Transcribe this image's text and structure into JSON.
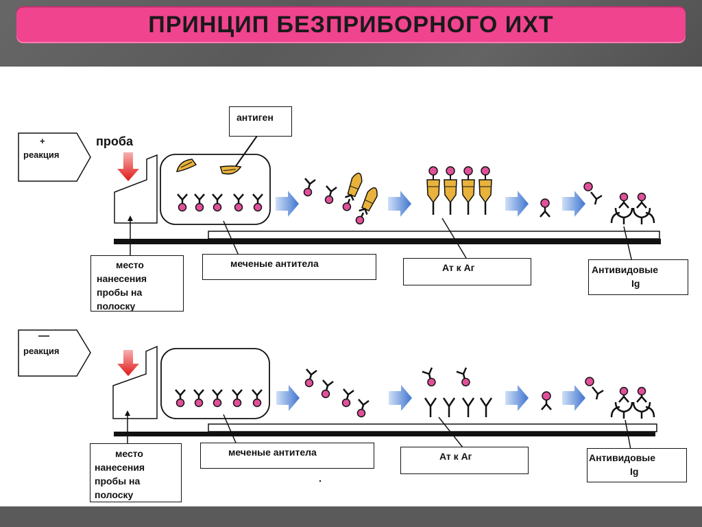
{
  "title": "ПРИНЦИП БЕЗПРИБОРНОГО ИХТ",
  "positive": {
    "sign": "+",
    "reaction": "реакция",
    "probe": "проба",
    "antigen": "антиген",
    "application_site": [
      "место",
      "нанесения",
      "пробы на",
      "полоску"
    ],
    "labeled_antibodies": "меченые антитела",
    "ab_to_ag": "Ат к Аг",
    "anti_species": [
      "Антивидовые",
      "Ig"
    ]
  },
  "negative": {
    "sign": "—",
    "reaction": "реакция",
    "application_site": [
      "место",
      "нанесения",
      "пробы на",
      "полоску"
    ],
    "labeled_antibodies": "меченые антитела",
    "ab_to_ag": "Ат к Аг",
    "anti_species": [
      "Антивидовые",
      "Ig"
    ]
  },
  "colors": {
    "title_bar": "#f0448f",
    "band": "#5a5a5a",
    "pink_label": "#e0509a",
    "antigen": "#e8b23c",
    "arrow_blue": "#4a7fd4",
    "probe_arrow": "#e02020"
  }
}
